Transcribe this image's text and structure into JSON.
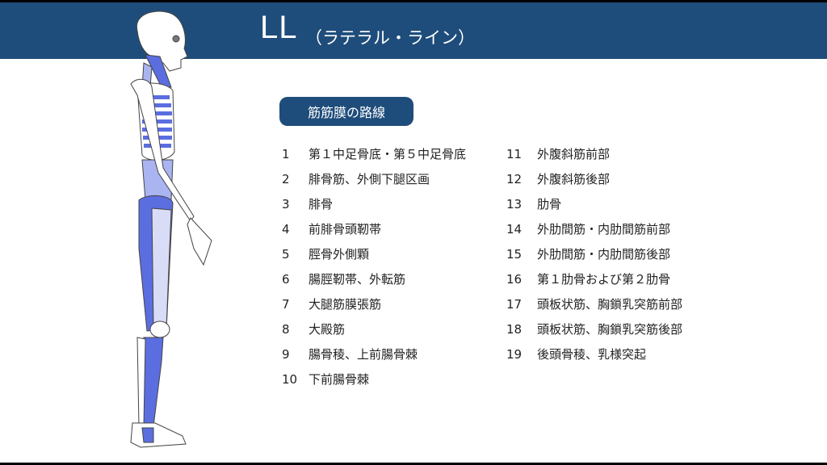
{
  "header": {
    "title": "LL",
    "subtitle": "（ラテラル・ライン）"
  },
  "section_label": "筋筋膜の路線",
  "colors": {
    "header": "#1f4d7b",
    "muscle": "#5b6ee0",
    "muscle_light": "#aab4f0"
  },
  "figure_icon": "lateral-skeleton-illustration",
  "items_left": [
    {
      "num": "1",
      "text": "第１中足骨底・第５中足骨底"
    },
    {
      "num": "2",
      "text": "腓骨筋、外側下腿区画"
    },
    {
      "num": "3",
      "text": "腓骨"
    },
    {
      "num": "4",
      "text": "前腓骨頭靭帯"
    },
    {
      "num": "5",
      "text": "脛骨外側顆"
    },
    {
      "num": "6",
      "text": "腸脛靭帯、外転筋"
    },
    {
      "num": "7",
      "text": "大腿筋膜張筋"
    },
    {
      "num": "8",
      "text": "大殿筋"
    },
    {
      "num": "9",
      "text": "腸骨稜、上前腸骨棘"
    },
    {
      "num": "10",
      "text": "下前腸骨棘"
    }
  ],
  "items_right": [
    {
      "num": "11",
      "text": "外腹斜筋前部"
    },
    {
      "num": "12",
      "text": "外腹斜筋後部"
    },
    {
      "num": "13",
      "text": "肋骨"
    },
    {
      "num": "14",
      "text": "外肋間筋・内肋間筋前部"
    },
    {
      "num": "15",
      "text": "外肋間筋・内肋間筋後部"
    },
    {
      "num": "16",
      "text": "第１肋骨および第２肋骨"
    },
    {
      "num": "17",
      "text": "頭板状筋、胸鎖乳突筋前部"
    },
    {
      "num": "18",
      "text": "頭板状筋、胸鎖乳突筋後部"
    },
    {
      "num": "19",
      "text": "後頭骨稜、乳様突起"
    }
  ]
}
